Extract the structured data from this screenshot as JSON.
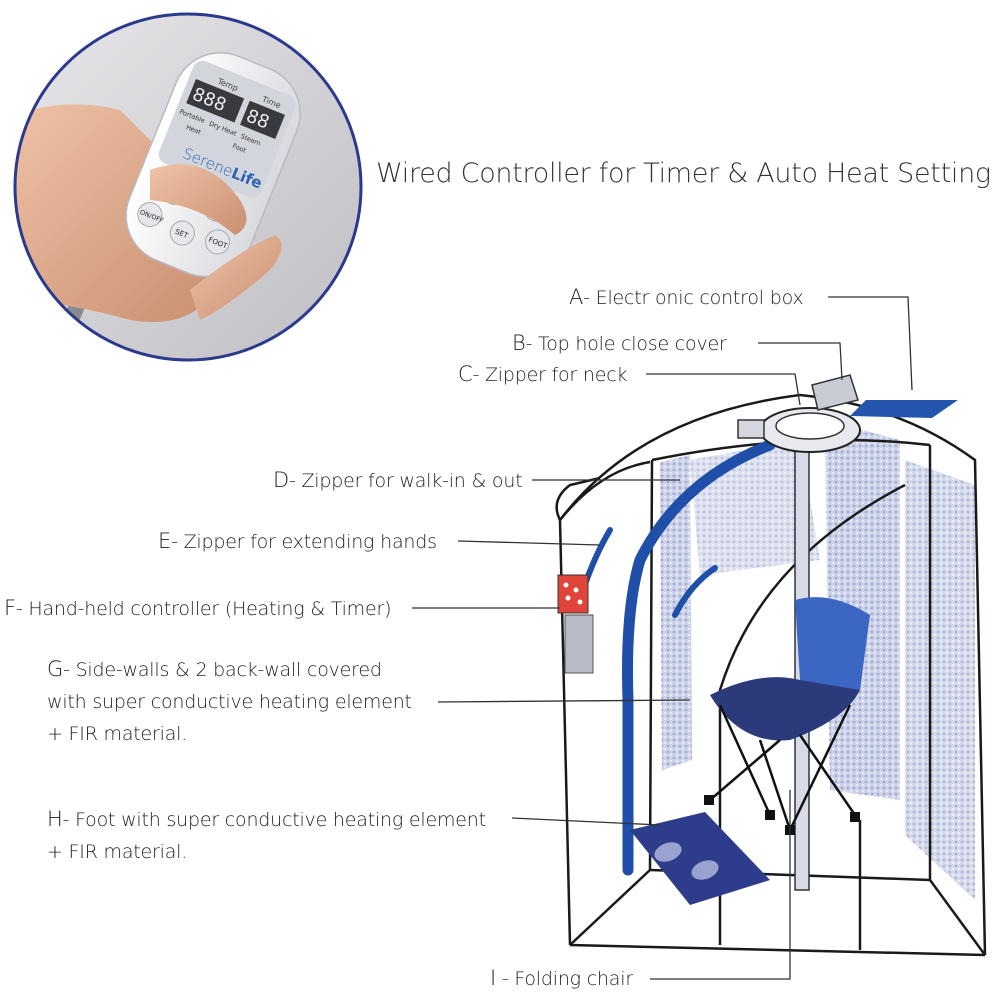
{
  "heading": "Wired Controller for Timer & Auto Heat Setting",
  "remote": {
    "brand_a": "Serene",
    "brand_b": "Life",
    "temp_label": "Temp",
    "time_label": "Time",
    "temp_digits": "888",
    "time_digits": "88",
    "mode_portable": "Portable",
    "mode_dry_heat": "Dry Heat",
    "mode_steam": "Steam",
    "ind_heat": "Heat",
    "ind_foot": "Foot",
    "btn_onoff": "ON/OFF",
    "btn_set": "SET",
    "btn_foot": "FOOT",
    "btn_up": "↑",
    "btn_down": "↓"
  },
  "callouts": [
    {
      "key": "A",
      "text": "- Electr onic control box"
    },
    {
      "key": "B",
      "text": "- Top hole close cover"
    },
    {
      "key": "C",
      "text": "- Zipper for neck"
    },
    {
      "key": "D",
      "text": "- Zipper for walk-in & out"
    },
    {
      "key": "E",
      "text": "- Zipper for extending hands"
    },
    {
      "key": "F",
      "text": "- Hand-held controller (Heating & Timer)"
    },
    {
      "key": "G",
      "text": "- Side-walls & 2 back-wall covered",
      "line2": "with super conductive heating element",
      "line3": "+ FIR material."
    },
    {
      "key": "H",
      "text": "- Foot with super conductive heating element",
      "line2": "+ FIR material."
    },
    {
      "key": "I",
      "text": " - Folding chair"
    }
  ],
  "colors": {
    "circle_border": "#2b3a8c",
    "zipper_blue": "#1f4fa8",
    "panel": "#c8cee6",
    "chair": "#2a3a7a",
    "mat": "#2e3c8c"
  }
}
